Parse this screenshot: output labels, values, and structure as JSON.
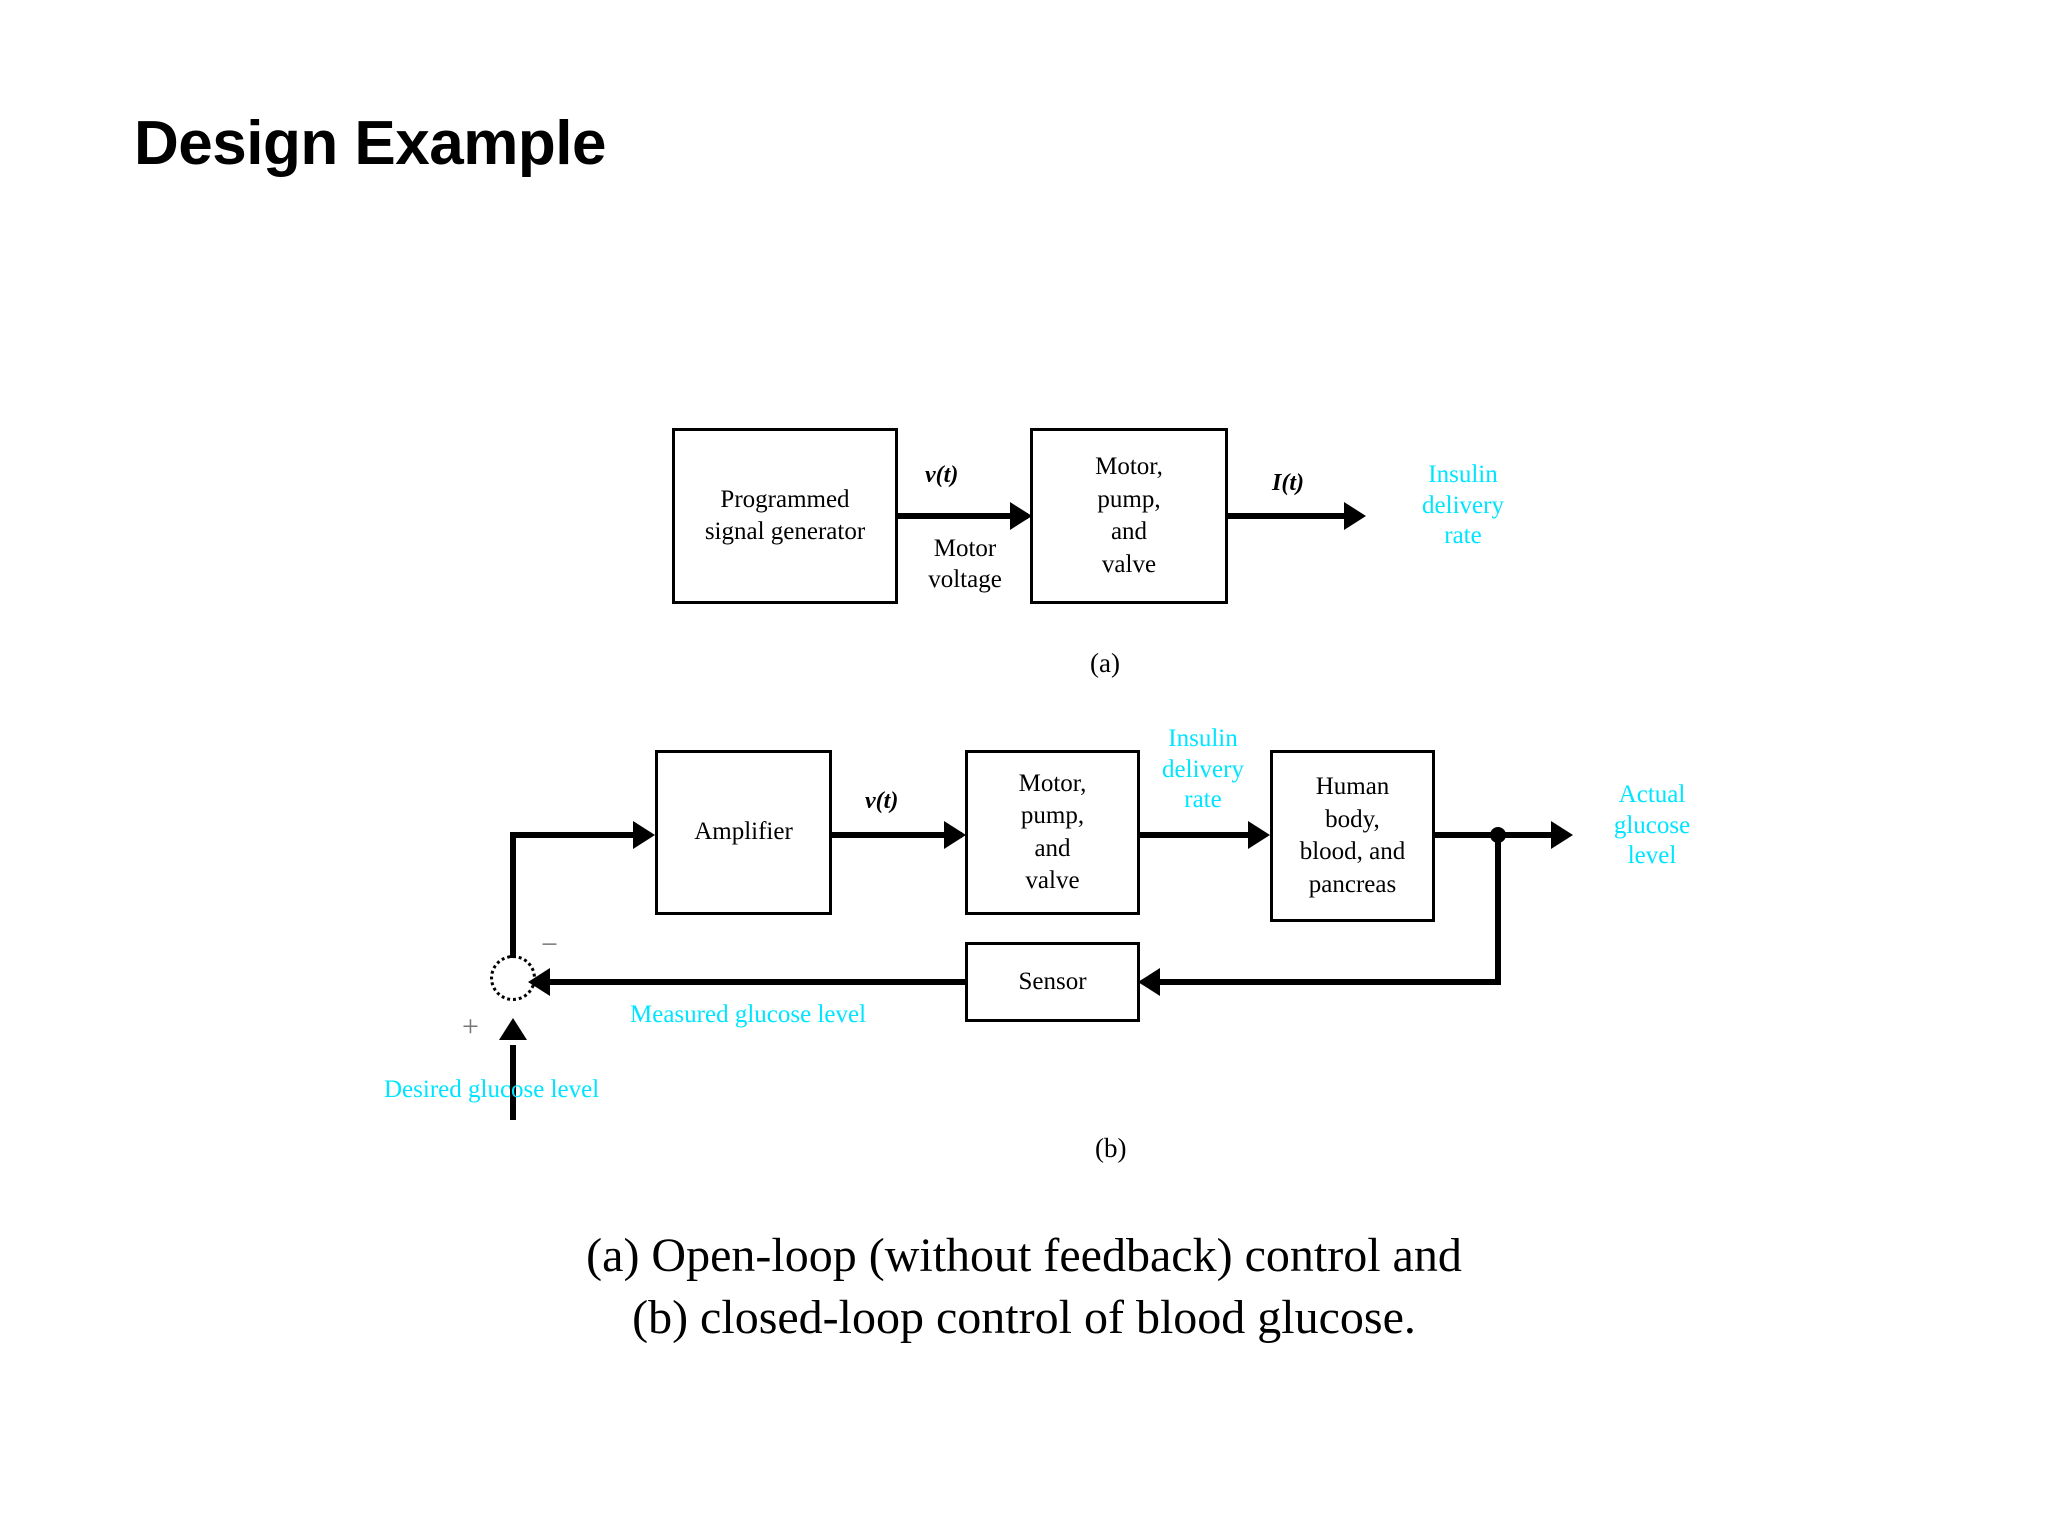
{
  "slide": {
    "title": "Design Example",
    "background_color": "#ffffff",
    "accent_color": "#00e5ff",
    "line_color": "#000000"
  },
  "figure": {
    "diagram_a": {
      "sublabel": "(a)",
      "blocks": [
        {
          "id": "programmed-signal-generator",
          "lines": [
            "Programmed",
            "signal generator"
          ]
        },
        {
          "id": "motor-pump-valve",
          "lines": [
            "Motor,",
            "pump,",
            "and",
            "valve"
          ]
        }
      ],
      "signals": [
        {
          "id": "v-of-t",
          "label": "v(t)"
        },
        {
          "id": "motor-voltage",
          "lines": [
            "Motor",
            "voltage"
          ]
        },
        {
          "id": "i-of-t",
          "label": "I(t)"
        }
      ],
      "outputs": [
        {
          "id": "insulin-delivery-rate",
          "lines": [
            "Insulin",
            "delivery",
            "rate"
          ],
          "color": "#00e5ff"
        }
      ]
    },
    "diagram_b": {
      "sublabel": "(b)",
      "blocks": [
        {
          "id": "amplifier",
          "lines": [
            "Amplifier"
          ]
        },
        {
          "id": "motor-pump-valve",
          "lines": [
            "Motor,",
            "pump,",
            "and",
            "valve"
          ]
        },
        {
          "id": "human-body",
          "lines": [
            "Human",
            "body,",
            "blood, and",
            "pancreas"
          ]
        },
        {
          "id": "sensor",
          "lines": [
            "Sensor"
          ]
        }
      ],
      "signals": [
        {
          "id": "v-of-t",
          "label": "v(t)"
        }
      ],
      "summing_junction": {
        "id": "summing-junction",
        "plus_sign": "+",
        "minus_sign": "−"
      },
      "annotations": [
        {
          "id": "insulin-delivery-rate",
          "lines": [
            "Insulin",
            "delivery",
            "rate"
          ],
          "color": "#00e5ff"
        },
        {
          "id": "actual-glucose-level",
          "lines": [
            "Actual",
            "glucose",
            "level"
          ],
          "color": "#00e5ff"
        },
        {
          "id": "measured-glucose-level",
          "lines": [
            "Measured glucose level"
          ],
          "color": "#00e5ff"
        },
        {
          "id": "desired-glucose-level",
          "lines": [
            "Desired glucose level"
          ],
          "color": "#00e5ff"
        }
      ]
    },
    "caption": {
      "line1": "(a) Open-loop (without feedback) control and",
      "line2": "(b) closed-loop control of blood glucose."
    }
  }
}
